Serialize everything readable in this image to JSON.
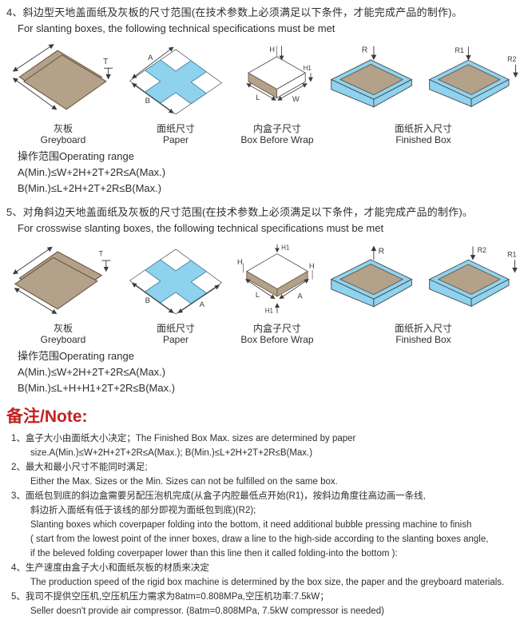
{
  "colors": {
    "text": "#2e2e2e",
    "note_red": "#c32121",
    "greyboard_tan": "#b3a189",
    "paper_blue": "#8fd2ee",
    "tray_blue": "#8ed3ef",
    "outline": "#4c4c4c"
  },
  "dim": {
    "t": "T",
    "a": "A",
    "b": "B",
    "h": "H",
    "h1": "H1",
    "l": "L",
    "w": "W",
    "r": "R",
    "r1": "R1",
    "r2": "R2"
  },
  "captions": {
    "greyboard_cn": "灰板",
    "greyboard_en": "Greyboard",
    "paper_cn": "面纸尺寸",
    "paper_en": "Paper",
    "box_cn": "内盒子尺寸",
    "box_en": "Box Before Wrap",
    "finished_cn": "面纸折入尺寸",
    "finished_en": "Finished Box"
  },
  "section4": {
    "heading_cn": "4、斜边型天地盖面纸及灰板的尺寸范围(在技术参数上必须满足以下条件，才能完成产品的制作)。",
    "heading_en": "For slanting boxes, the following technical specifications must be met",
    "operating_range": "操作范围Operating range",
    "formula_a": "A(Min.)≤W+2H+2T+2R≤A(Max.)",
    "formula_b": "B(Min.)≤L+2H+2T+2R≤B(Max.)"
  },
  "section5": {
    "heading_cn": "5、对角斜边天地盖面纸及灰板的尺寸范围(在技术参数上必须满足以下条件，才能完成产品的制作)。",
    "heading_en": "For crosswise slanting boxes, the following technical specifications must be met",
    "operating_range": "操作范围Operating range",
    "formula_a": "A(Min.)≤W+2H+2T+2R≤A(Max.)",
    "formula_b": "B(Min.)≤L+H+H1+2T+2R≤B(Max.)"
  },
  "notes": {
    "heading": "备注/Note:",
    "items": [
      {
        "lines": [
          "1、盒子大小由面纸大小决定；The Finished Box Max. sizes are determined by paper",
          "size.A(Min.)≤W+2H+2T+2R≤A(Max.); B(Min.)≤L+2H+2T+2R≤B(Max.)"
        ]
      },
      {
        "lines": [
          "2、最大和最小尺寸不能同时满足;",
          "Either the Max. Sizes or the Min. Sizes can not be fulfilled on the same box."
        ]
      },
      {
        "lines": [
          "3、面纸包到底的斜边盒需要另配压泡机完成(从盒子内腔最低点开始(R1)，按斜边角度往高边画一条线,",
          "斜边折入面纸有低于该线的部分即视为面纸包到底)(R2);",
          "Slanting boxes which coverpaper folding into the bottom, it need additional bubble pressing machine to finish",
          "( start from the lowest point of the inner boxes, draw a line to the high-side according to the slanting boxes angle,",
          "if the beleved folding coverpaper lower than this line then it called folding-into the bottom ):"
        ]
      },
      {
        "lines": [
          "4、生产速度由盒子大小和面纸灰板的材质来决定",
          "The production speed of the rigid box machine is determined by the box size, the paper and the greyboard materials."
        ]
      },
      {
        "lines": [
          "5、我司不提供空压机,空压机压力需求为8atm=0.808MPa,空压机功率:7.5kW；",
          "Seller doesn't provide air compressor. (8atm=0.808MPa, 7.5kW compressor is needed)"
        ]
      }
    ]
  }
}
